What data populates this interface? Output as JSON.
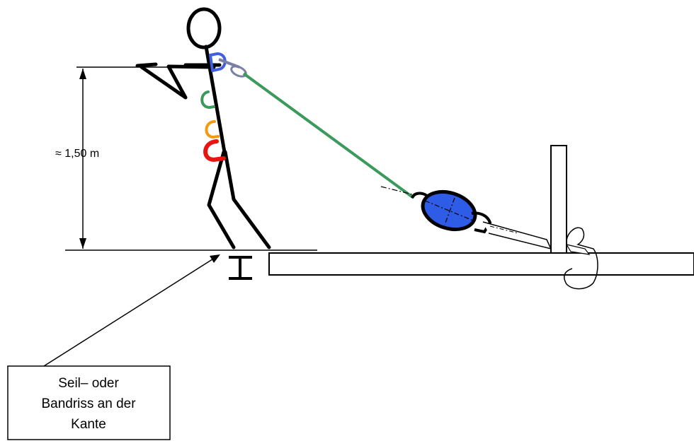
{
  "dimension": {
    "label": "≈ 1,50 m"
  },
  "callout": {
    "lines": [
      "Seil– oder",
      "Bandriss an der",
      "Kante"
    ]
  },
  "colors": {
    "line": "#000000",
    "rope": "#3a9a5c",
    "absorber": "#2e5ce6",
    "carabiner_top": "#3f5fe0",
    "carabiner_lanyard": "#7a7fa8",
    "loop_green": "#3a9a5c",
    "loop_orange": "#f29a12",
    "loop_red": "#e8140f"
  },
  "icons": {
    "beam": "i-beam-icon",
    "absorber": "energy-absorber-icon",
    "hook": "anchor-hook-icon"
  }
}
